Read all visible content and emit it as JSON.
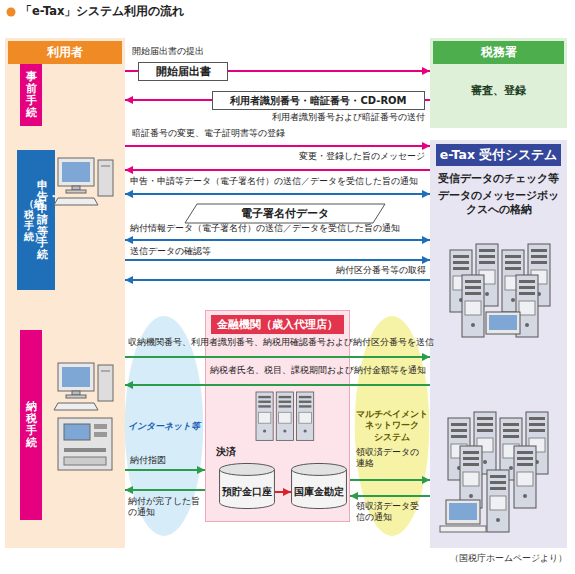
{
  "diagram": {
    "title": "「e-Tax」システム利用の流れ",
    "caption": "（国税庁ホームページより）",
    "nodes": [
      {
        "text": [
          "利用者"
        ]
      },
      {
        "text": [
          "事前手続"
        ],
        "in": 0
      },
      {
        "text": [
          "申告・申請等手続",
          "（納税手続）"
        ],
        "in": 0
      },
      {
        "text": [
          "納税手続"
        ],
        "in": 0
      },
      {
        "text": [
          "税務署",
          "審査、登録"
        ]
      },
      {
        "text": [
          "開始届出書"
        ]
      },
      {
        "text": [
          "利用者識別番号・暗証番号・CD-ROM"
        ]
      },
      {
        "text": [
          "e-Tax 受付システム",
          "受信データのチェック等",
          "データのメッセージボックスへの格納"
        ]
      },
      {
        "text": [
          "電子署名付データ"
        ]
      },
      {
        "text": [
          "金融機関（歳入代理店）"
        ]
      },
      {
        "text": [
          "インターネット等"
        ]
      },
      {
        "text": [
          "マルチペイメント ネットワーク システム"
        ]
      },
      {
        "text": [
          "預貯金口座"
        ],
        "in": 9
      },
      {
        "text": [
          "国庫金勘定"
        ],
        "in": 9
      }
    ],
    "edges": [
      {
        "from": 0,
        "to": 4,
        "arrow": "to",
        "label": "開始届出書の提出"
      },
      {
        "from": 4,
        "to": 0,
        "arrow": "to",
        "label": "利用者識別番号および暗証番号の送付"
      },
      {
        "from": 0,
        "to": 7,
        "arrow": "to",
        "label": "暗証番号の変更、電子証明書等の登録"
      },
      {
        "from": 7,
        "to": 0,
        "arrow": "to",
        "label": "変更・登録した旨のメッセージ"
      },
      {
        "from": 0,
        "to": 7,
        "arrow": "both",
        "label": "申告・申請等データ（電子署名付）の送信／データを受信した旨の通知"
      },
      {
        "from": 0,
        "to": 7,
        "arrow": "both",
        "label": "納付情報データ（電子署名付）の送信／データを受信した旨の通知"
      },
      {
        "from": 0,
        "to": 7,
        "arrow": "to",
        "label": "送信データの確認等"
      },
      {
        "from": 7,
        "to": 0,
        "arrow": "to",
        "label": "納付区分番号等の取得"
      },
      {
        "from": 0,
        "to": 7,
        "arrow": "to",
        "label": "収納機関番号、利用者識別番号、納税用確認番号および納付区分番号を送信"
      },
      {
        "from": 7,
        "to": 0,
        "arrow": "to",
        "label": "納税者氏名、税目、課税期間および納付金額等を通知"
      },
      {
        "from": 0,
        "to": 9,
        "arrow": "to",
        "label": "納付指図"
      },
      {
        "from": 9,
        "to": 0,
        "arrow": "to",
        "label": "納付が完了した旨の通知"
      },
      {
        "from": 9,
        "to": 7,
        "arrow": "to",
        "label": "領収済データの連絡"
      },
      {
        "from": 7,
        "to": 9,
        "arrow": "to",
        "label": "領収済データ受信の通知"
      },
      {
        "from": 12,
        "to": 13,
        "arrow": "to"
      }
    ],
    "labels": [
      "決済"
    ]
  }
}
